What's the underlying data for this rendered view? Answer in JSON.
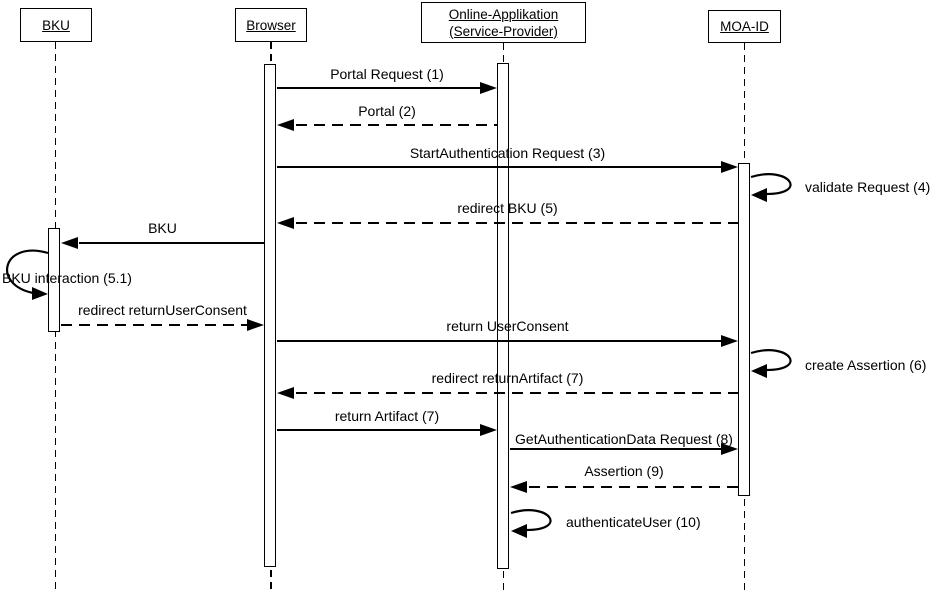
{
  "diagram": {
    "type": "uml-sequence-diagram",
    "colors": {
      "line": "#000000",
      "background": "#ffffff",
      "text": "#000000"
    },
    "actors": [
      {
        "id": "bku",
        "label": "BKU"
      },
      {
        "id": "browser",
        "label": "Browser"
      },
      {
        "id": "online-app",
        "label": "Online-Applikation (Service-Provider)"
      },
      {
        "id": "moa-id",
        "label": "MOA-ID"
      }
    ],
    "messages": [
      {
        "label": "Portal Request (1)",
        "from": "Browser",
        "to": "Online-Applikation (Service-Provider)",
        "style": "solid"
      },
      {
        "label": "Portal (2)",
        "from": "Online-Applikation (Service-Provider)",
        "to": "Browser",
        "style": "dashed"
      },
      {
        "label": "StartAuthentication Request (3)",
        "from": "Browser",
        "to": "MOA-ID",
        "style": "solid"
      },
      {
        "label": "validate Request (4)",
        "from": "MOA-ID",
        "to": "MOA-ID",
        "style": "self"
      },
      {
        "label": "redirect BKU (5)",
        "from": "MOA-ID",
        "to": "Browser",
        "style": "dashed"
      },
      {
        "label": "BKU",
        "from": "Browser",
        "to": "BKU",
        "style": "solid"
      },
      {
        "label": "BKU interaction (5.1)",
        "from": "BKU",
        "to": "BKU",
        "style": "self"
      },
      {
        "label": "redirect returnUserConsent",
        "from": "BKU",
        "to": "Browser",
        "style": "dashed"
      },
      {
        "label": "return UserConsent",
        "from": "Browser",
        "to": "MOA-ID",
        "style": "solid"
      },
      {
        "label": "create Assertion (6)",
        "from": "MOA-ID",
        "to": "MOA-ID",
        "style": "self"
      },
      {
        "label": "redirect returnArtifact (7)",
        "from": "MOA-ID",
        "to": "Browser",
        "style": "dashed"
      },
      {
        "label": "return Artifact (7)",
        "from": "Browser",
        "to": "Online-Applikation (Service-Provider)",
        "style": "solid"
      },
      {
        "label": "GetAuthenticationData Request (8)",
        "from": "Online-Applikation (Service-Provider)",
        "to": "MOA-ID",
        "style": "solid"
      },
      {
        "label": "Assertion (9)",
        "from": "MOA-ID",
        "to": "Online-Applikation (Service-Provider)",
        "style": "dashed"
      },
      {
        "label": "authenticateUser (10)",
        "from": "Online-Applikation (Service-Provider)",
        "to": "Online-Applikation (Service-Provider)",
        "style": "self"
      }
    ]
  }
}
